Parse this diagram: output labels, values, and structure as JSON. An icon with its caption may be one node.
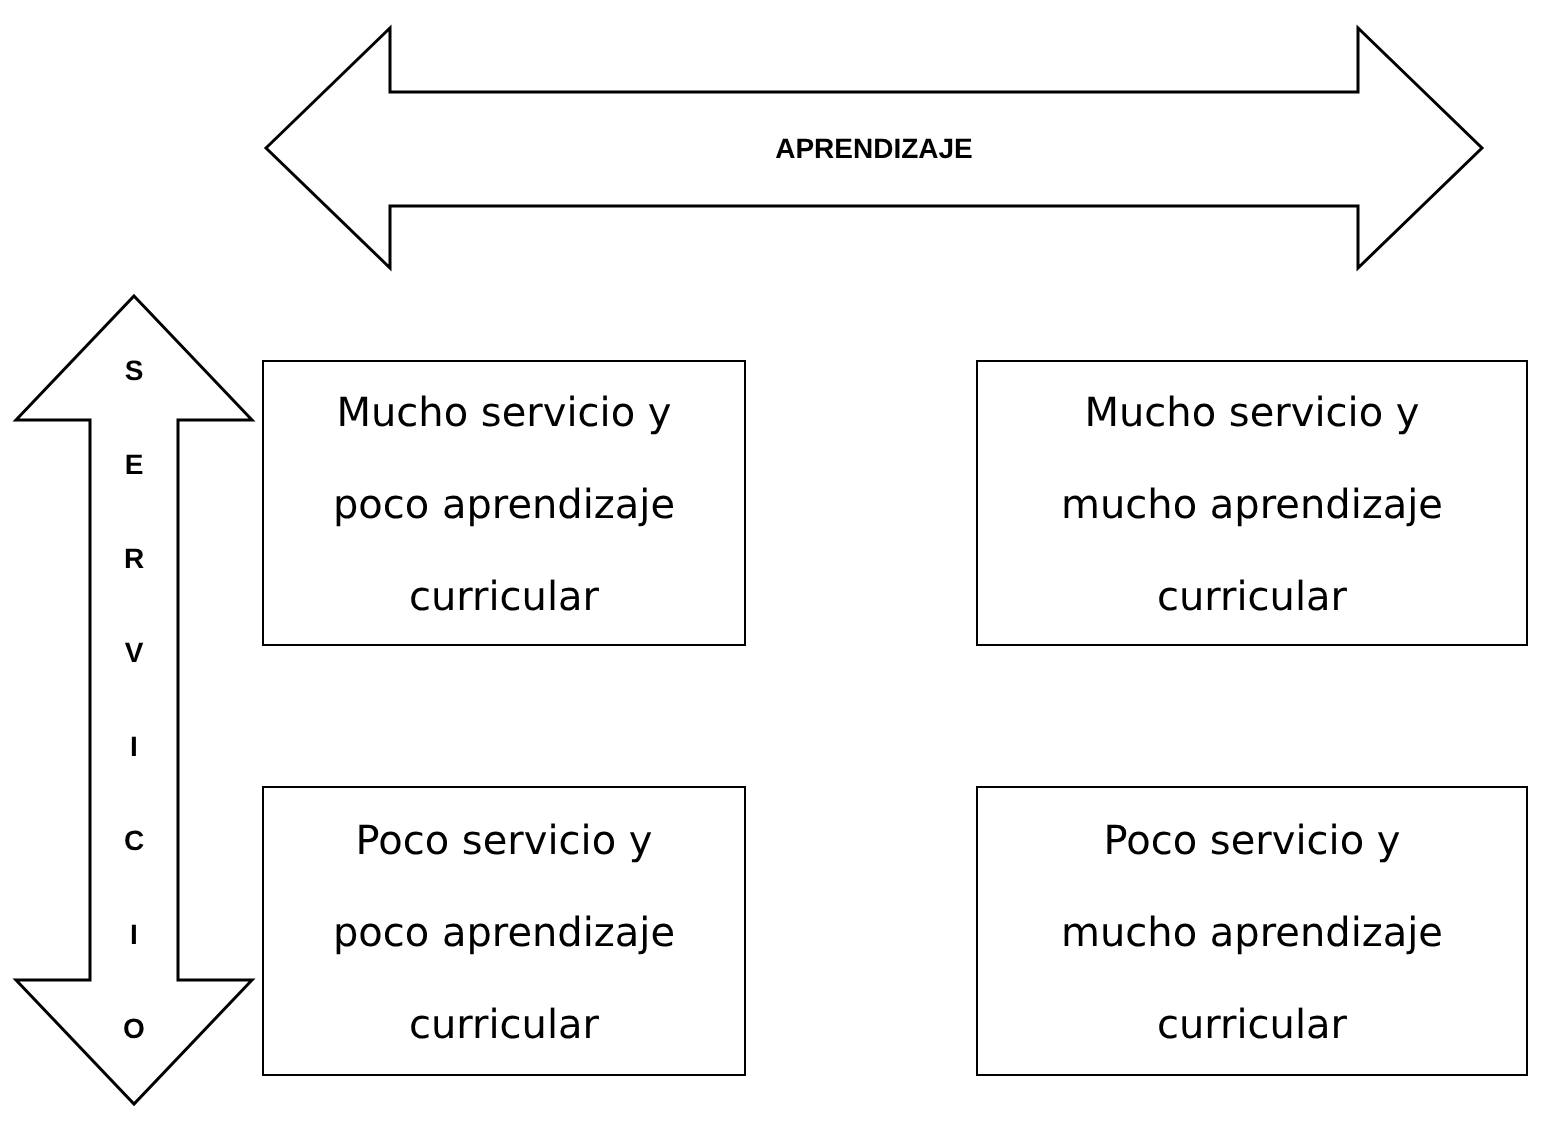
{
  "diagram": {
    "nodes": [
      {
        "text": [
          "APRENDIZAJE"
        ]
      },
      {
        "text": [
          "SERVICIO"
        ]
      },
      {
        "text": [
          "Mucho servicio y poco aprendizaje curricular"
        ]
      },
      {
        "text": [
          "Mucho servicio y mucho aprendizaje curricular"
        ]
      },
      {
        "text": [
          "Poco servicio y poco aprendizaje curricular"
        ]
      },
      {
        "text": [
          "Poco servicio y mucho aprendizaje curricular"
        ]
      }
    ]
  }
}
